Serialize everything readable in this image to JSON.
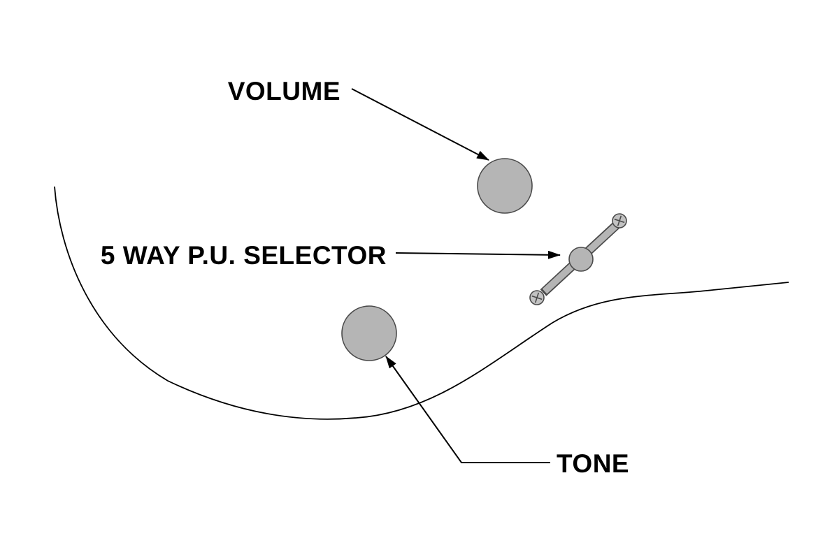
{
  "diagram": {
    "labels": {
      "volume": "VOLUME",
      "selector": "5 WAY P.U. SELECTOR",
      "tone": "TONE"
    },
    "colors": {
      "background": "#ffffff",
      "knob_fill": "#b5b5b5",
      "screw_fill": "#c2c2c2",
      "line": "#000000",
      "label_text": "#000000"
    }
  }
}
